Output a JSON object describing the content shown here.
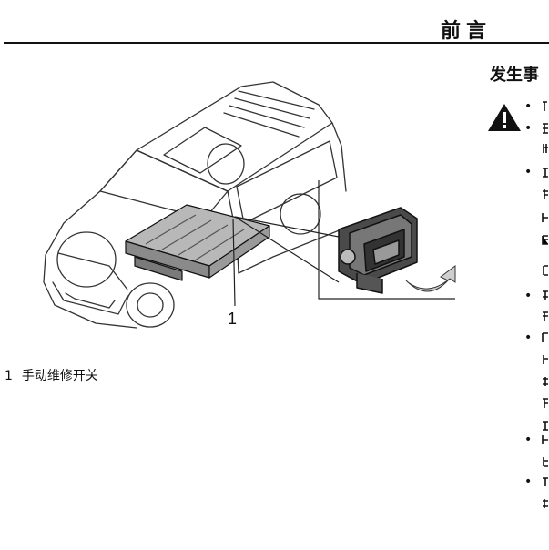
{
  "header": {
    "title": "前言"
  },
  "figure": {
    "callout_number": "1",
    "caption_number": "1",
    "caption_text": "手动维修开关"
  },
  "section": {
    "heading": "发生事"
  },
  "icons": {
    "warning": "warning-triangle-icon"
  }
}
